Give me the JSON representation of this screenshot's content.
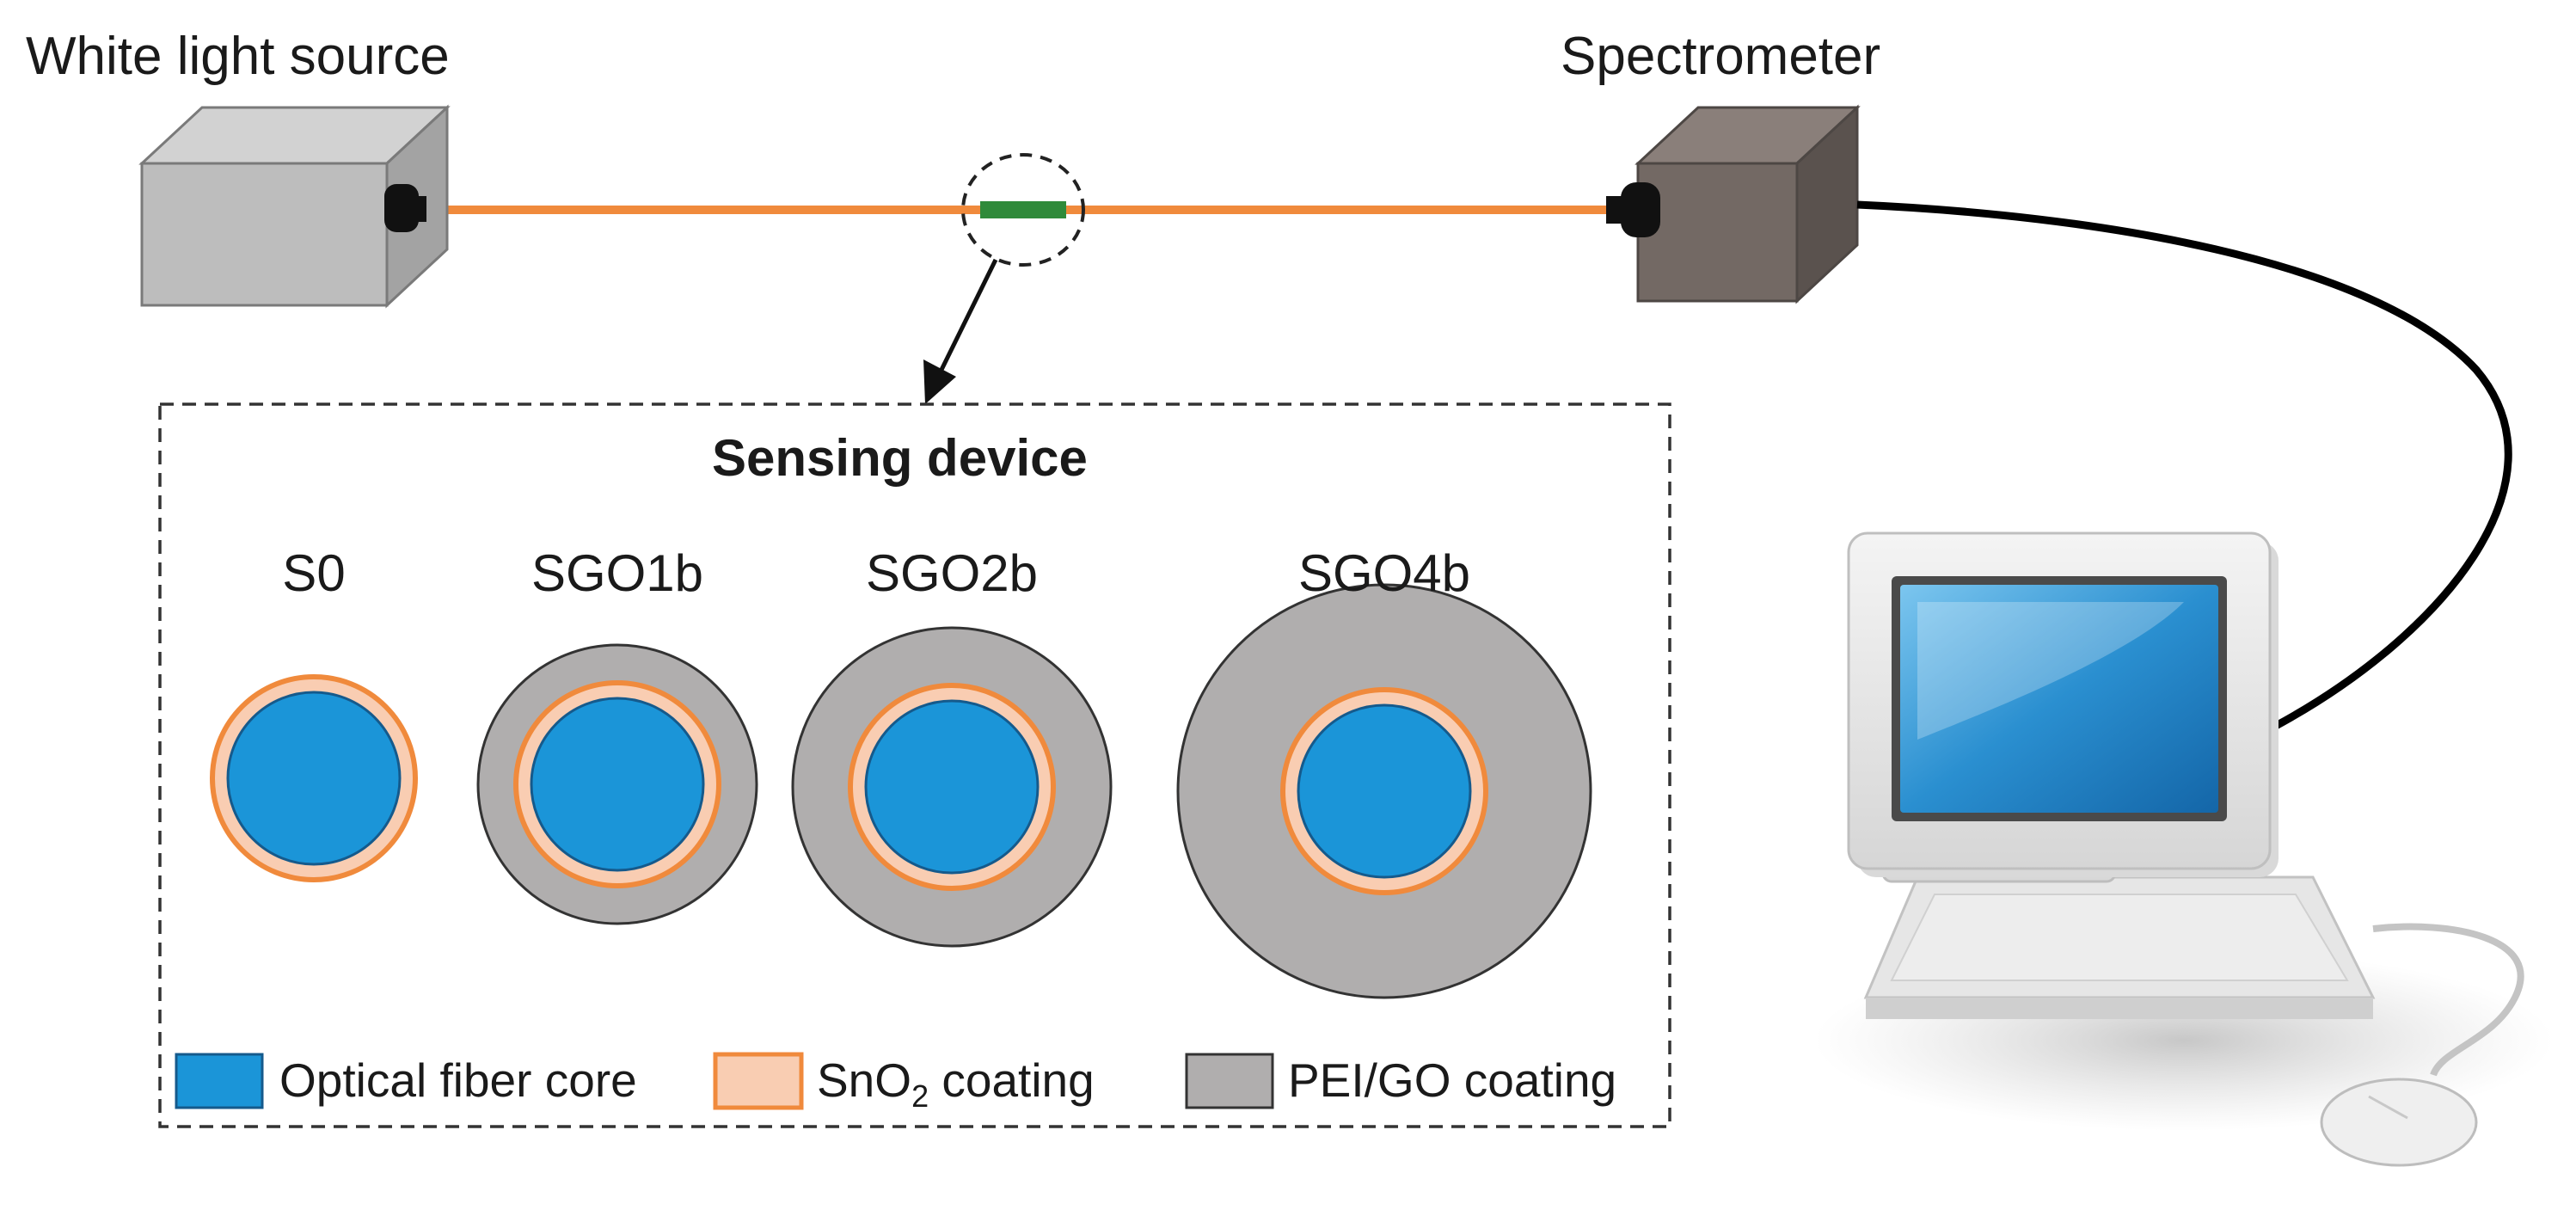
{
  "labels": {
    "light_source": "White light source",
    "spectrometer": "Spectrometer"
  },
  "sensing_device": {
    "title": "Sensing device",
    "samples": [
      {
        "name": "S0",
        "pei_go_layers": 0
      },
      {
        "name": "SGO1b",
        "pei_go_layers": 1
      },
      {
        "name": "SGO2b",
        "pei_go_layers": 2
      },
      {
        "name": "SGO4b",
        "pei_go_layers": 4
      }
    ]
  },
  "legend": {
    "core": "Optical fiber core",
    "sno2_prefix": "SnO",
    "sno2_sub": "2",
    "sno2_suffix": " coating",
    "pei_go": "PEI/GO coating"
  },
  "colors": {
    "core": "#1b95d8",
    "sno2_fill": "#f9cdb2",
    "sno2_stroke": "#f08a3c",
    "pei_go": "#b0aeae",
    "fiber": "#f08a3c",
    "sensing_segment": "#2f8a3a"
  },
  "icons": [
    "light-source-box",
    "spectrometer-box",
    "computer-monitor",
    "keyboard",
    "mouse"
  ]
}
